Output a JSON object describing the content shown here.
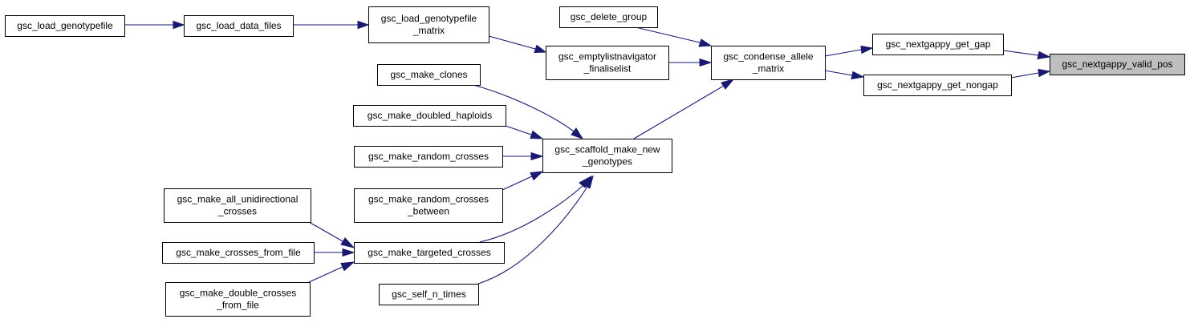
{
  "nodes": {
    "load_genotypefile": [
      "gsc_load_genotypefile"
    ],
    "load_data_files": [
      "gsc_load_data_files"
    ],
    "load_genotypefile_matrix": [
      "gsc_load_genotypefile",
      "_matrix"
    ],
    "delete_group": [
      "gsc_delete_group"
    ],
    "emptylistnavigator": [
      "gsc_emptylistnavigator",
      "_finaliselist"
    ],
    "condense_allele": [
      "gsc_condense_allele",
      "_matrix"
    ],
    "get_gap": [
      "gsc_nextgappy_get_gap"
    ],
    "get_nongap": [
      "gsc_nextgappy_get_nongap"
    ],
    "valid_pos": [
      "gsc_nextgappy_valid_pos"
    ],
    "make_clones": [
      "gsc_make_clones"
    ],
    "make_doubled_haploids": [
      "gsc_make_doubled_haploids"
    ],
    "make_random_crosses": [
      "gsc_make_random_crosses"
    ],
    "scaffold": [
      "gsc_scaffold_make_new",
      "_genotypes"
    ],
    "make_random_crosses_between": [
      "gsc_make_random_crosses",
      "_between"
    ],
    "make_all_unidirectional": [
      "gsc_make_all_unidirectional",
      "_crosses"
    ],
    "make_crosses_from_file": [
      "gsc_make_crosses_from_file"
    ],
    "make_targeted_crosses": [
      "gsc_make_targeted_crosses"
    ],
    "make_double_crosses": [
      "gsc_make_double_crosses",
      "_from_file"
    ],
    "self_n_times": [
      "gsc_self_n_times"
    ]
  },
  "highlighted_node": "valid_pos",
  "colors": {
    "edge": "#191970",
    "highlight_fill": "#bfbfbf",
    "node_fill": "#ffffff",
    "node_stroke": "#000000"
  }
}
